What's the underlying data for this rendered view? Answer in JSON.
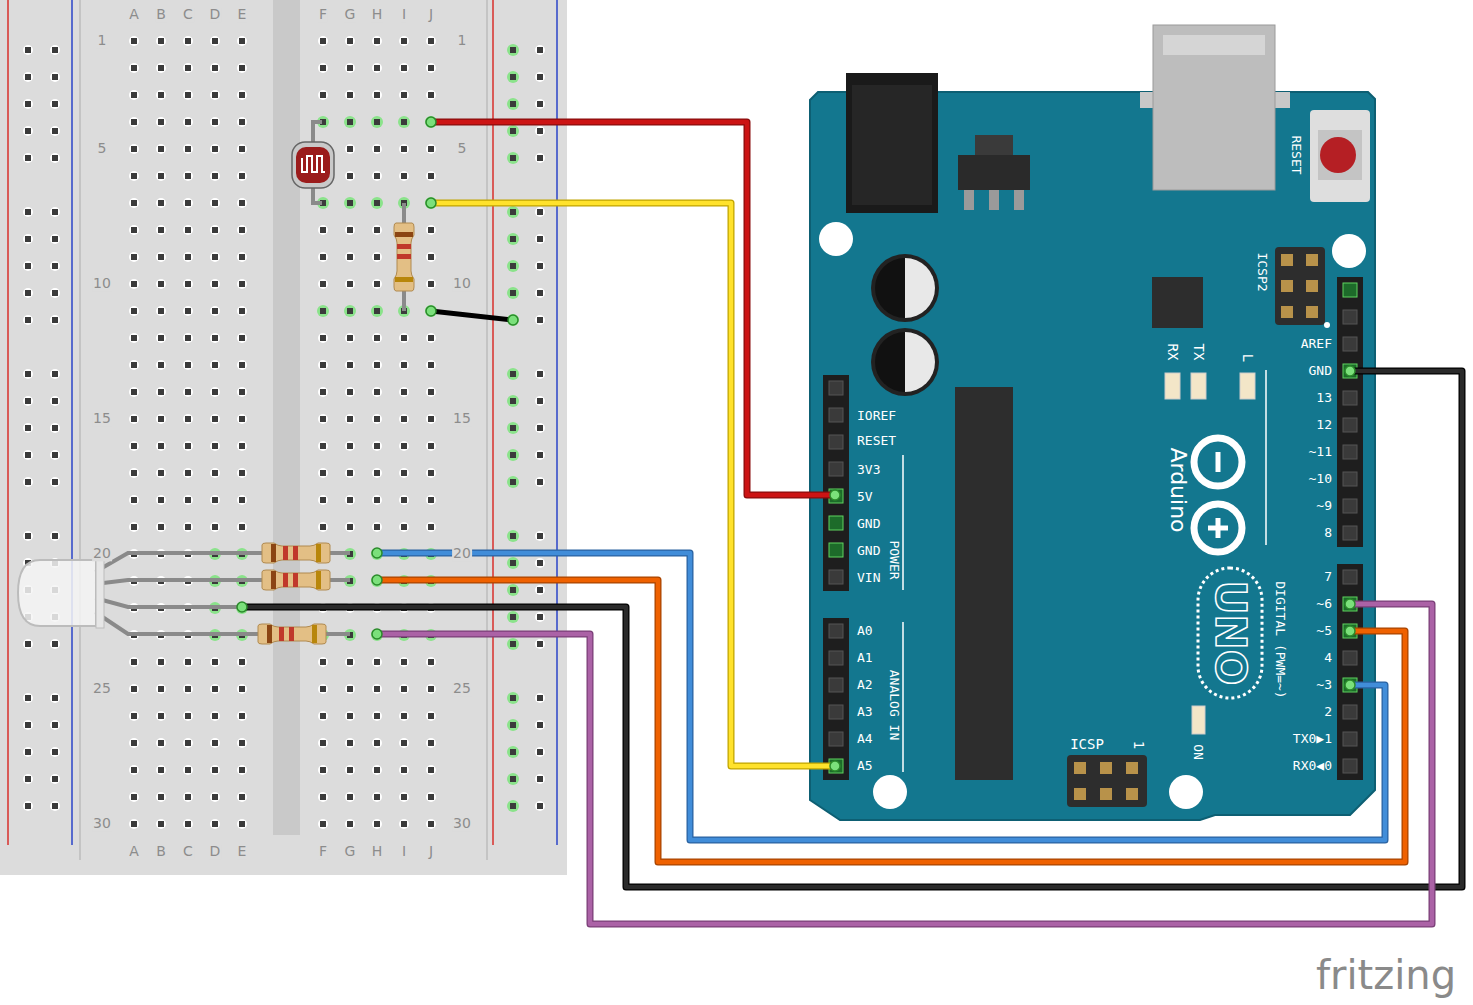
{
  "diagram": {
    "labels": [
      "A",
      "B",
      "C",
      "D",
      "E",
      "F",
      "G",
      "H",
      "I",
      "J",
      "1",
      "5",
      "10",
      "15",
      "20",
      "25",
      "30",
      "1",
      "5",
      "10",
      "15",
      "20",
      "25",
      "30",
      "A",
      "B",
      "C",
      "D",
      "E",
      "F",
      "G",
      "H",
      "I",
      "J",
      "RESET",
      "ICSP2",
      "AREF",
      "GND",
      "13",
      "12",
      "~11",
      "~10",
      "~9",
      "8",
      "7",
      "~6",
      "~5",
      "4",
      "~3",
      "2",
      "TX0▶1",
      "RX0◀0",
      "DIGITAL (PWM=~)",
      "IOREF",
      "RESET",
      "3V3",
      "5V",
      "GND",
      "GND",
      "VIN",
      "POWER",
      "A0",
      "A1",
      "A2",
      "A3",
      "A4",
      "A5",
      "ANALOG IN",
      "RX",
      "TX",
      "L",
      "Arduino",
      "UNO",
      "ON",
      "ICSP",
      "1",
      "fritzing"
    ]
  }
}
